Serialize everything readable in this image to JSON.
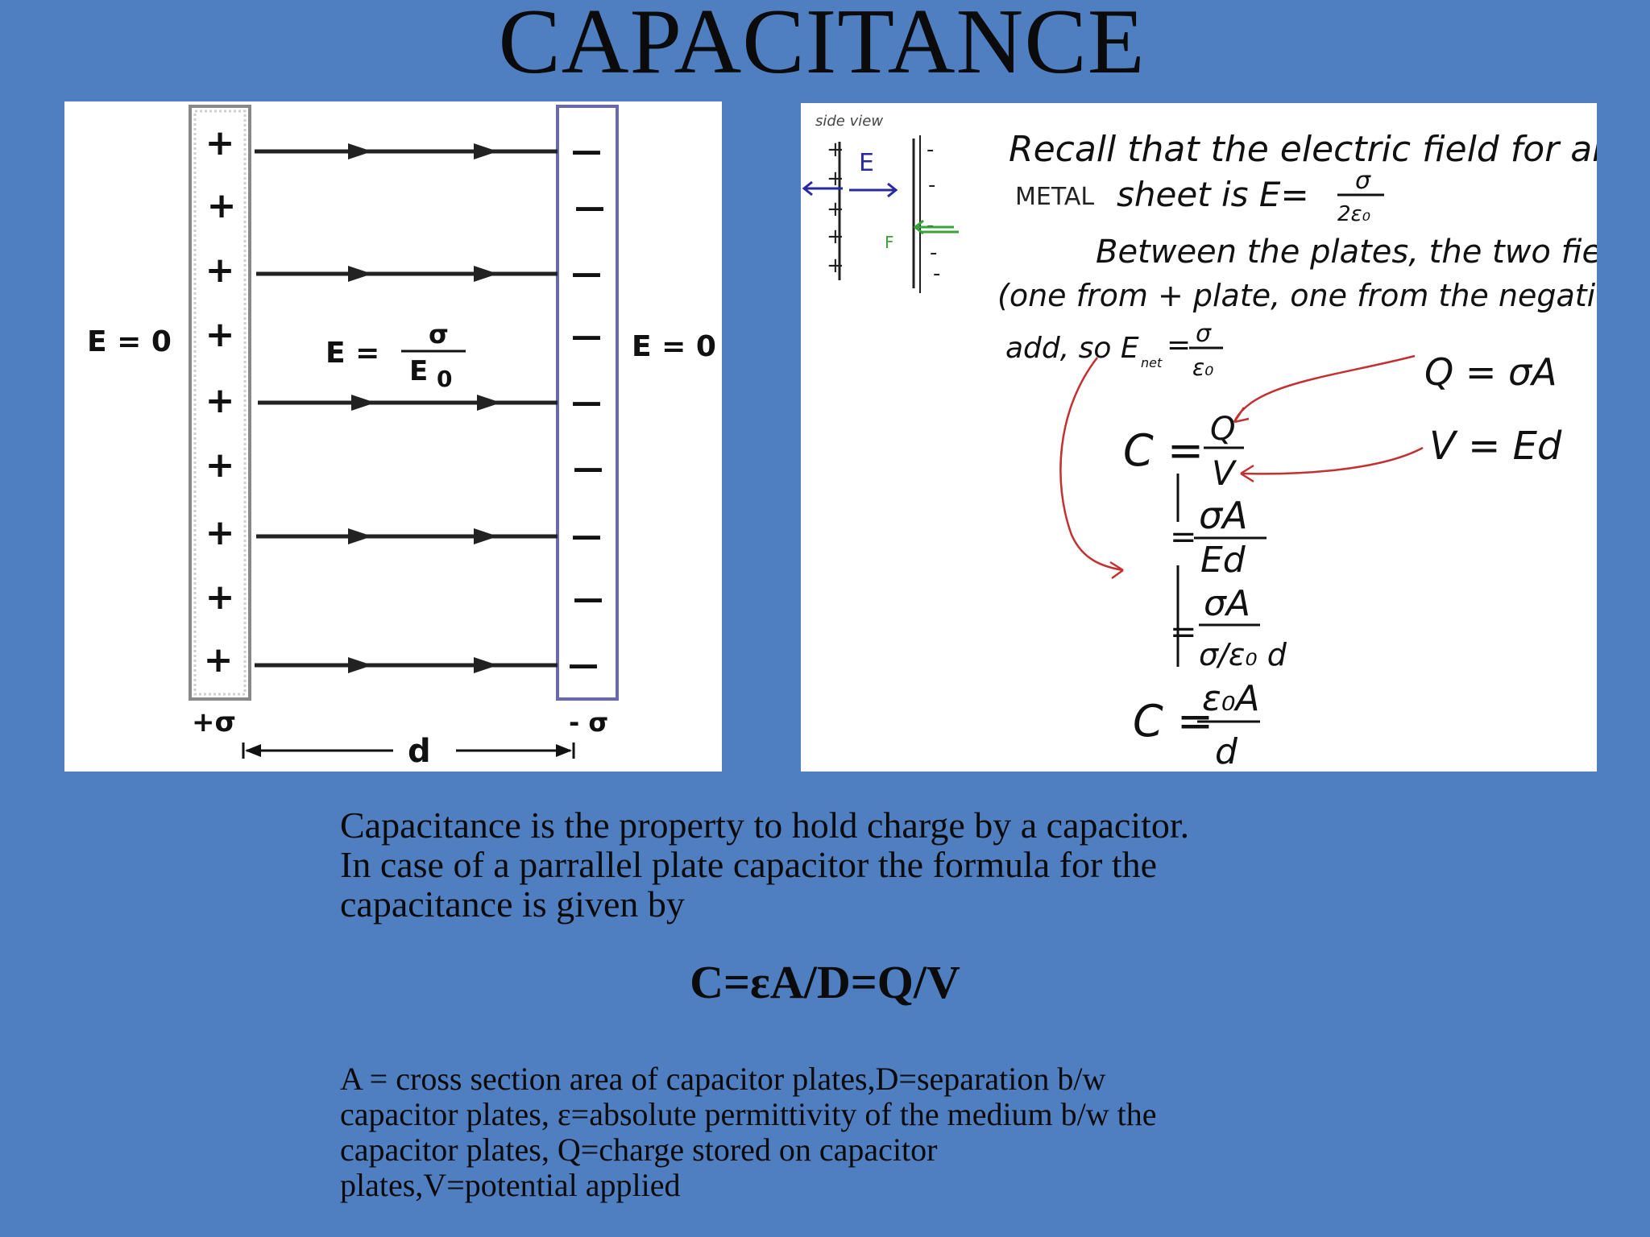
{
  "slide": {
    "title": "CAPACITANCE"
  },
  "diagram": {
    "left_field": "E = 0",
    "right_field": "E = 0",
    "field_lhs": "E  =",
    "field_num": "σ",
    "field_den": "E",
    "field_den_sub": "0",
    "plus_sign": "+",
    "minus_sign": "—",
    "left_charge": "+σ",
    "right_charge": "- σ",
    "separation": "d"
  },
  "notes": {
    "side_view": "side view",
    "e_label": "E",
    "f_label": "F",
    "recall_line1": "Recall that the electric field for an",
    "recall_metal": "METAL",
    "recall_line2": "sheet  is  E=",
    "recall_num": "σ",
    "recall_den": "2ε₀",
    "between_line1": "Between the plates, the two fields",
    "between_line2": "(one from + plate, one from the negative)",
    "between_line3": "add, so  E",
    "between_sub": "net",
    "between_eq": "=",
    "between_num": "σ",
    "between_den": "ε₀",
    "q_eq": "Q = σA",
    "v_eq": "V = Ed",
    "c_label": "C =",
    "q_num": "Q",
    "v_den": "V",
    "eq_sign": "=",
    "step1_num": "σA",
    "step1_den": "Ed",
    "step2_num": "σA",
    "step2_den": "σ/ε₀ d",
    "final_c": "C =",
    "final_num": "ε₀A",
    "final_den": "d"
  },
  "body": {
    "line1": "Capacitance is the property to hold charge by a capacitor.",
    "line2": "In case of a parrallel plate capacitor the formula for the",
    "line3": "capacitance is given by",
    "formula": "C=εA/D=Q/V",
    "def1": " A =  cross section area of capacitor plates,D=separation b/w",
    "def2": "capacitor plates, ε=absolute permittivity of the medium b/w the",
    "def3": "capacitor plates, Q=charge stored on capacitor",
    "def4": "plates,V=potential applied"
  }
}
